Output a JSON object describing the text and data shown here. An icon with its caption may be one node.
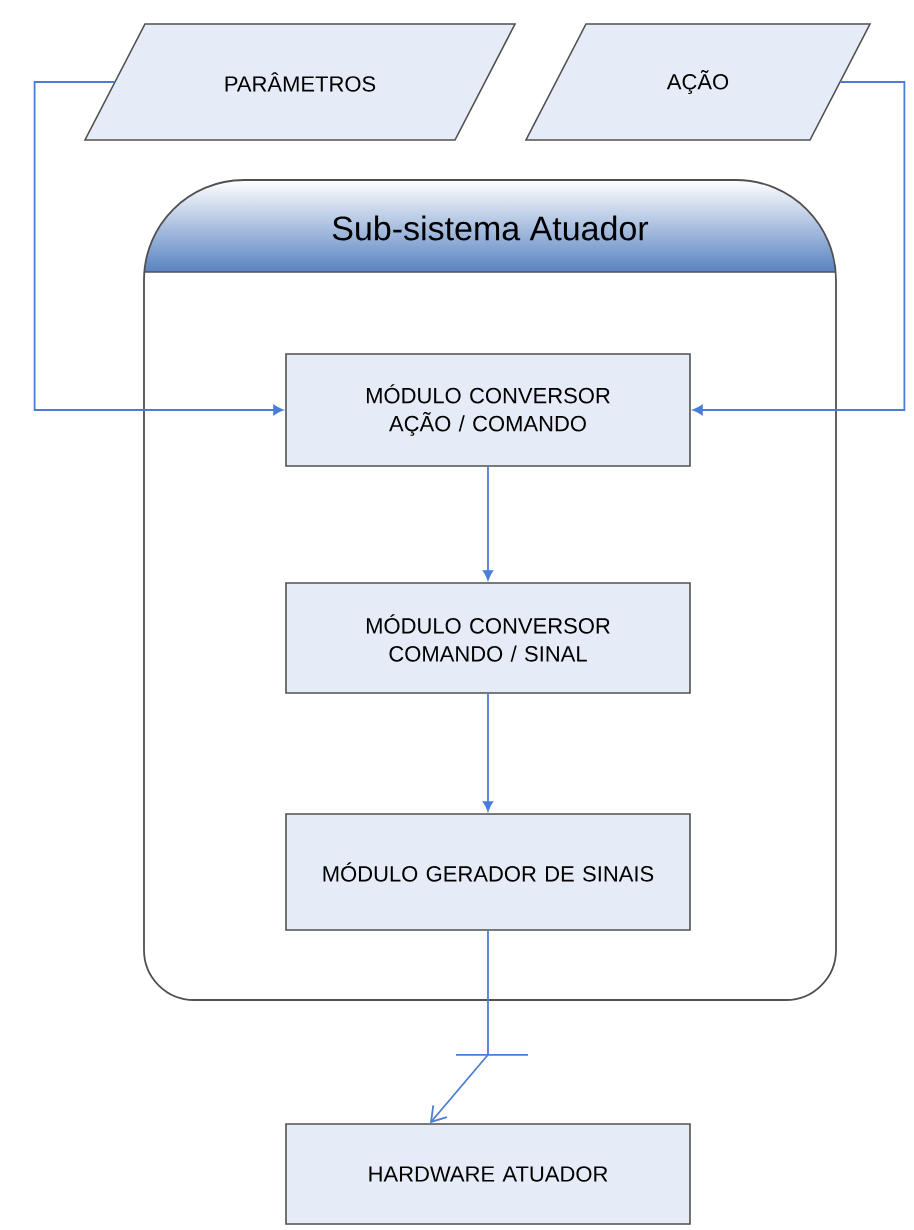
{
  "diagram": {
    "nodes": [
      {
        "text": [
          "PARÂMETROS"
        ]
      },
      {
        "text": [
          "AÇÃO"
        ]
      },
      {
        "text": [
          "Sub-sistema Atuador"
        ]
      },
      {
        "text": [
          "MÓDULO CONVERSOR AÇÃO / COMANDO"
        ],
        "in": 2
      },
      {
        "text": [
          "MÓDULO CONVERSOR COMANDO / SINAL"
        ],
        "in": 2
      },
      {
        "text": [
          "MÓDULO GERADOR DE SINAIS"
        ],
        "in": 2
      },
      {
        "text": [
          "HARDWARE ATUADOR"
        ]
      }
    ],
    "edges": [
      {
        "from": 0,
        "to": 3,
        "arrow": "to"
      },
      {
        "from": 1,
        "to": 3,
        "arrow": "to"
      },
      {
        "from": 3,
        "to": 4,
        "arrow": "to"
      },
      {
        "from": 4,
        "to": 5,
        "arrow": "to"
      },
      {
        "from": 5,
        "to": 6,
        "arrow": "to"
      }
    ]
  }
}
